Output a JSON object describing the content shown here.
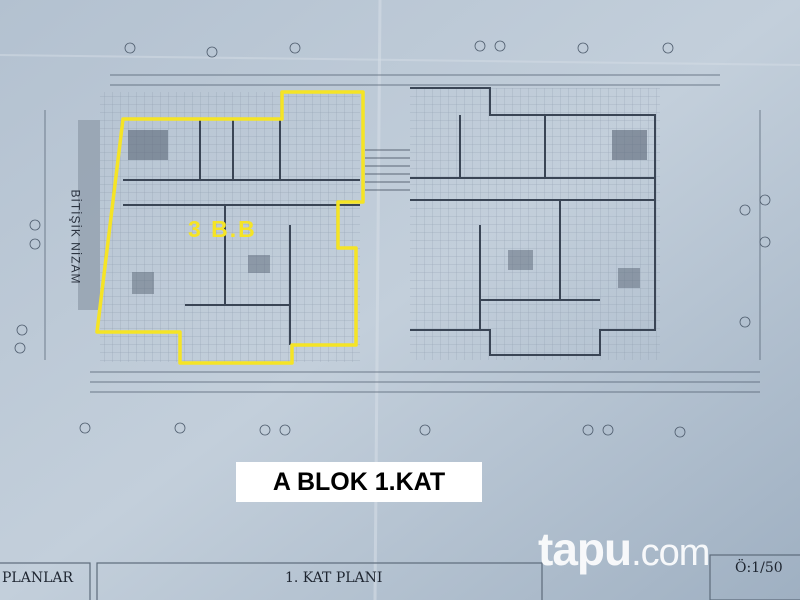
{
  "plan": {
    "unit_label": "3 B.B",
    "side_label": "BİTİŞİK NİZAM",
    "overlay_title": "A BLOK 1.KAT",
    "highlight_color": "#f5e425"
  },
  "title_block": {
    "left_cell": "PLANLAR",
    "center_cell": "1. KAT PLANI",
    "scale": "Ö:1/50"
  },
  "watermark": {
    "brand": "tapu",
    "suffix": ".com"
  }
}
